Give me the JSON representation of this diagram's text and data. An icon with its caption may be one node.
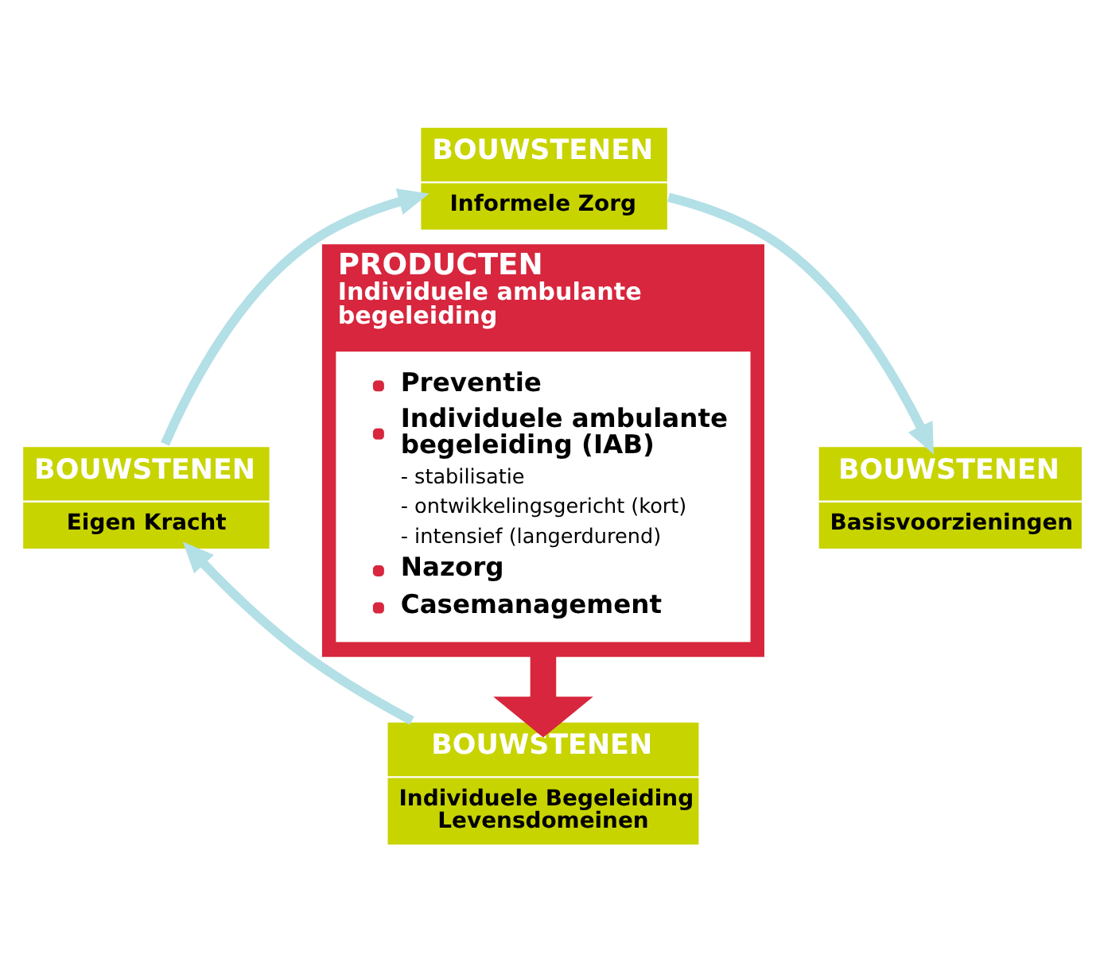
{
  "diagram": {
    "nodes": [
      {
        "text": [
          "BOUWSTENEN",
          "Informele Zorg"
        ]
      },
      {
        "text": [
          "PRODUCTEN",
          "Individuele ambulante begeleiding"
        ]
      },
      {
        "text": [
          "Preventie",
          "Individuele ambulante begeleiding (IAB)",
          "- stabilisatie",
          "- ontwikkelingsgericht (kort)",
          "- intensief (langerdurend)",
          "Nazorg",
          "Casemanagement"
        ],
        "in": 1
      },
      {
        "text": [
          "BOUWSTENEN",
          "Eigen Kracht"
        ]
      },
      {
        "text": [
          "BOUWSTENEN",
          "Basisvoorzieningen"
        ]
      },
      {
        "text": [
          "BOUWSTENEN",
          "Individuele Begeleiding Levensdomeinen"
        ]
      }
    ],
    "edges": [
      {
        "from": 3,
        "to": 0,
        "arrow": "to"
      },
      {
        "from": 0,
        "to": 4,
        "arrow": "to"
      },
      {
        "from": 5,
        "to": 3,
        "arrow": "to"
      },
      {
        "from": 1,
        "to": 5,
        "arrow": "to",
        "style": "thick",
        "color": "#d7263d"
      }
    ]
  }
}
